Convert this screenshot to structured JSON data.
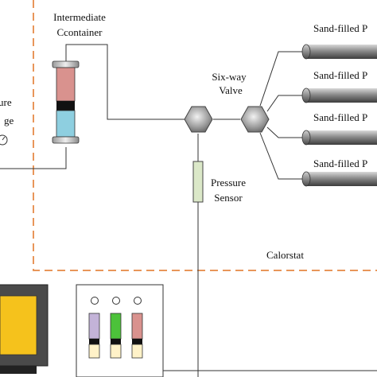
{
  "labels": {
    "intermediate_line1": "Intermediate",
    "intermediate_line2": "Ccontainer",
    "pump_line1": "ure",
    "pump_line2": "ge",
    "sixway_line1": "Six-way",
    "sixway_line2": "Valve",
    "pressure_line1": "Pressure",
    "pressure_line2": "Sensor",
    "calorstat": "Calorstat",
    "sandpipe_1": "Sand-filled P",
    "sandpipe_2": "Sand-filled P",
    "sandpipe_3": "Sand-filled P",
    "sandpipe_4": "Sand-filled P"
  },
  "colors": {
    "calorstat_border": "#e8965a",
    "container_top": "#d9928e",
    "container_bottom": "#8ecfe0",
    "tube_purple": "#c3b3d8",
    "tube_green": "#4cc23a",
    "tube_red": "#d9928e",
    "tube_liquid": "#fff2c8",
    "monitor_screen": "#f5c21c",
    "pipe_gray": "#8f8f8f"
  },
  "icons": {
    "valve": "hexagon-valve-icon",
    "monitor": "computer-monitor-icon",
    "gauge": "pressure-gauge-icon"
  }
}
